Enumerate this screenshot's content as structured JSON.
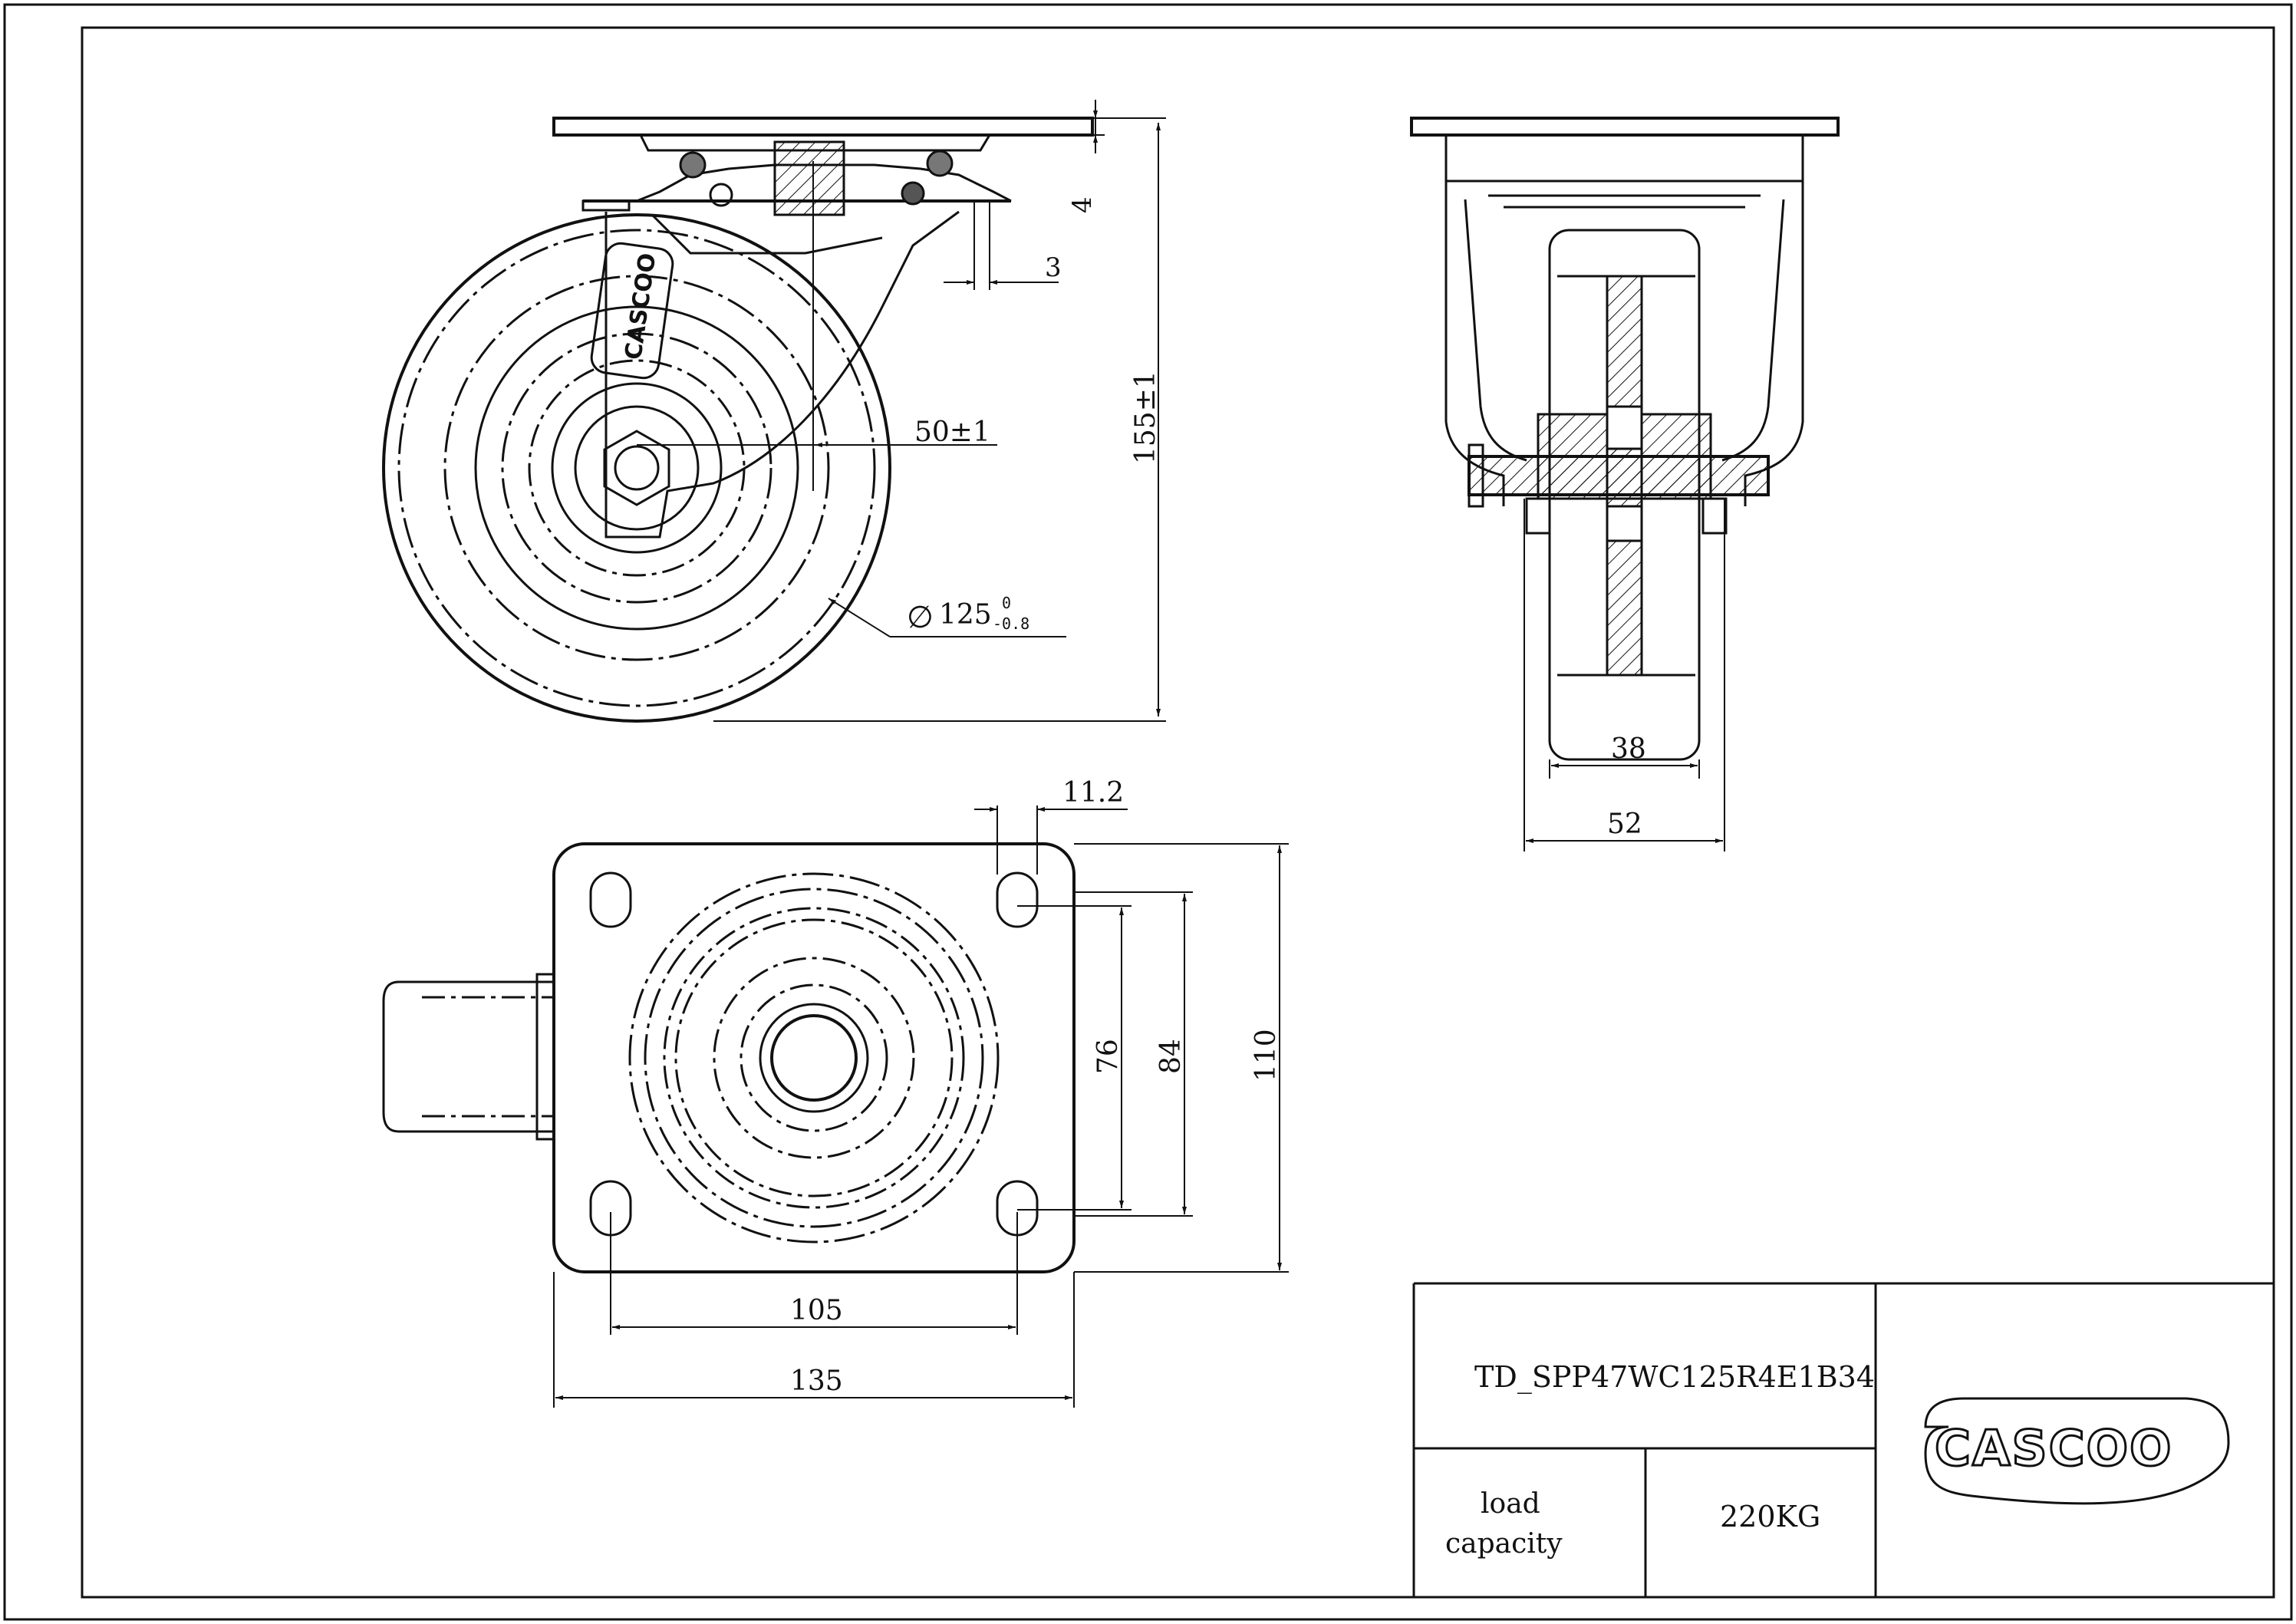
{
  "side_view": {
    "dim_height": "155±1",
    "dim_offset": "50±1",
    "dim_plate_thickness": "4",
    "dim_gap": "3",
    "dim_wheel_dia_symbol": "∅",
    "dim_wheel_dia": "125",
    "dim_wheel_dia_tol_upper": "0",
    "dim_wheel_dia_tol_lower": "-0.8",
    "bracket_logo": "CASCOO"
  },
  "front_view": {
    "dim_tread_width": "38",
    "dim_fork_width": "52"
  },
  "top_view": {
    "dim_slot": "11.2",
    "dim_hole_spacing_inner": "76",
    "dim_hole_spacing_outer": "84",
    "dim_plate_depth": "110",
    "dim_hole_spacing_width": "105",
    "dim_plate_width": "135"
  },
  "title_block": {
    "part_number": "TD_SPP47WC125R4E1B34",
    "load_label_line1": "load",
    "load_label_line2": "capacity",
    "load_value": "220KG",
    "brand_logo": "CASCOO"
  },
  "colors": {
    "line": "#111111",
    "background": "#ffffff"
  }
}
